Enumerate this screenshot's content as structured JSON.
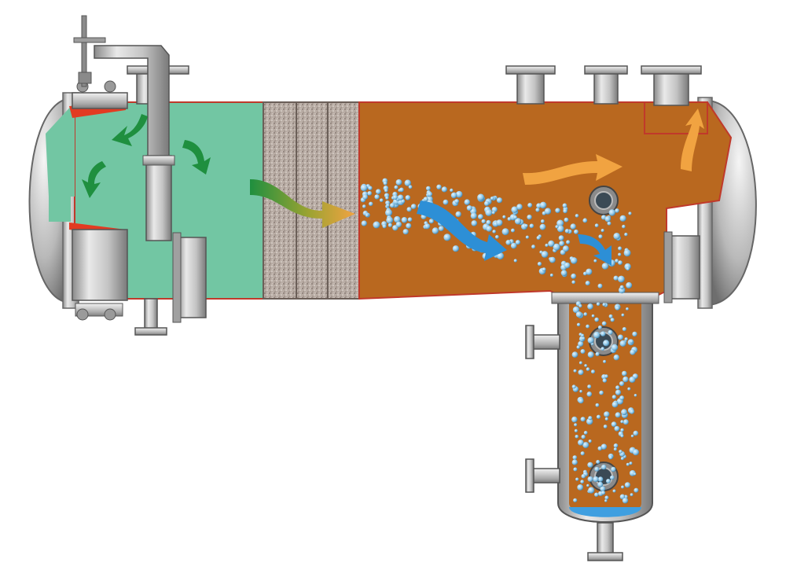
{
  "diagram": {
    "kind": "horizontal-coalescer-separator-cutaway",
    "text_labels": [],
    "colors": {
      "inlet_chamber": "#72c6a3",
      "separation_chamber": "#b9681f",
      "filter_media": "#b3a79f",
      "steel_light": "#e6e6e6",
      "steel_mid": "#b7b7b7",
      "steel_dark": "#7a7a7a",
      "seal_red": "#e23b22",
      "arrow_green": "#1f8f3f",
      "arrow_blue": "#2d8fd6",
      "arrow_orange": "#f1a341",
      "droplet": "#8fc7e8",
      "water_layer": "#3f9fe0"
    },
    "components": [
      {
        "id": "inlet-chamber",
        "count": 1
      },
      {
        "id": "coalescer-filter-cartridges",
        "count": 3
      },
      {
        "id": "separation-chamber",
        "count": 1
      },
      {
        "id": "water-sump-boot",
        "count": 1
      },
      {
        "id": "sight-glasses",
        "count": 3
      },
      {
        "id": "top-nozzles",
        "count": 4
      },
      {
        "id": "side-nozzles",
        "count": 3
      }
    ],
    "flow_arrows": [
      {
        "color": "arrow_green",
        "count": 4
      },
      {
        "color": "arrow_blue",
        "count": 2
      },
      {
        "color": "arrow_orange",
        "count": 2
      },
      {
        "color": "gradient-green-to-orange",
        "count": 1
      }
    ]
  }
}
